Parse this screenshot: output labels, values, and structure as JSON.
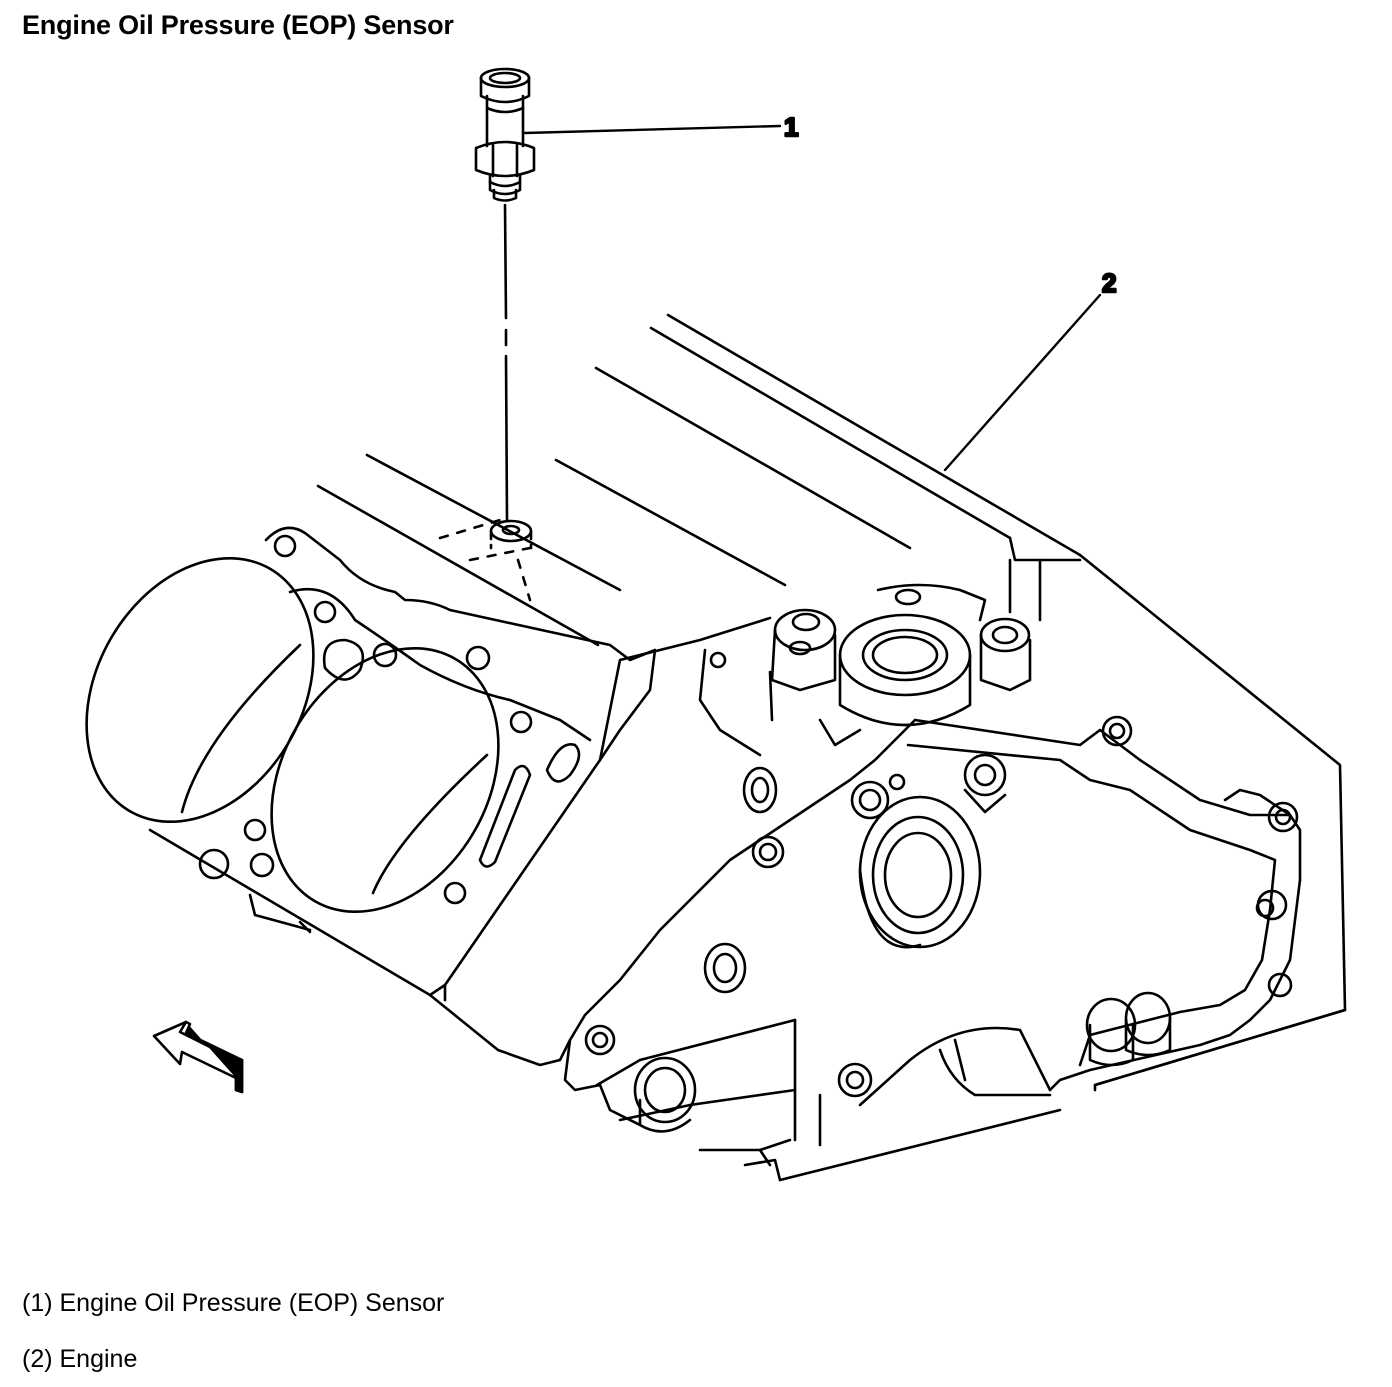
{
  "title": "Engine Oil Pressure (EOP) Sensor",
  "callouts": [
    {
      "number": "1"
    },
    {
      "number": "2"
    }
  ],
  "legend": [
    {
      "text": "(1) Engine Oil Pressure (EOP) Sensor"
    },
    {
      "text": "(2) Engine"
    }
  ],
  "colors": {
    "line": "#000000",
    "background": "#ffffff"
  }
}
